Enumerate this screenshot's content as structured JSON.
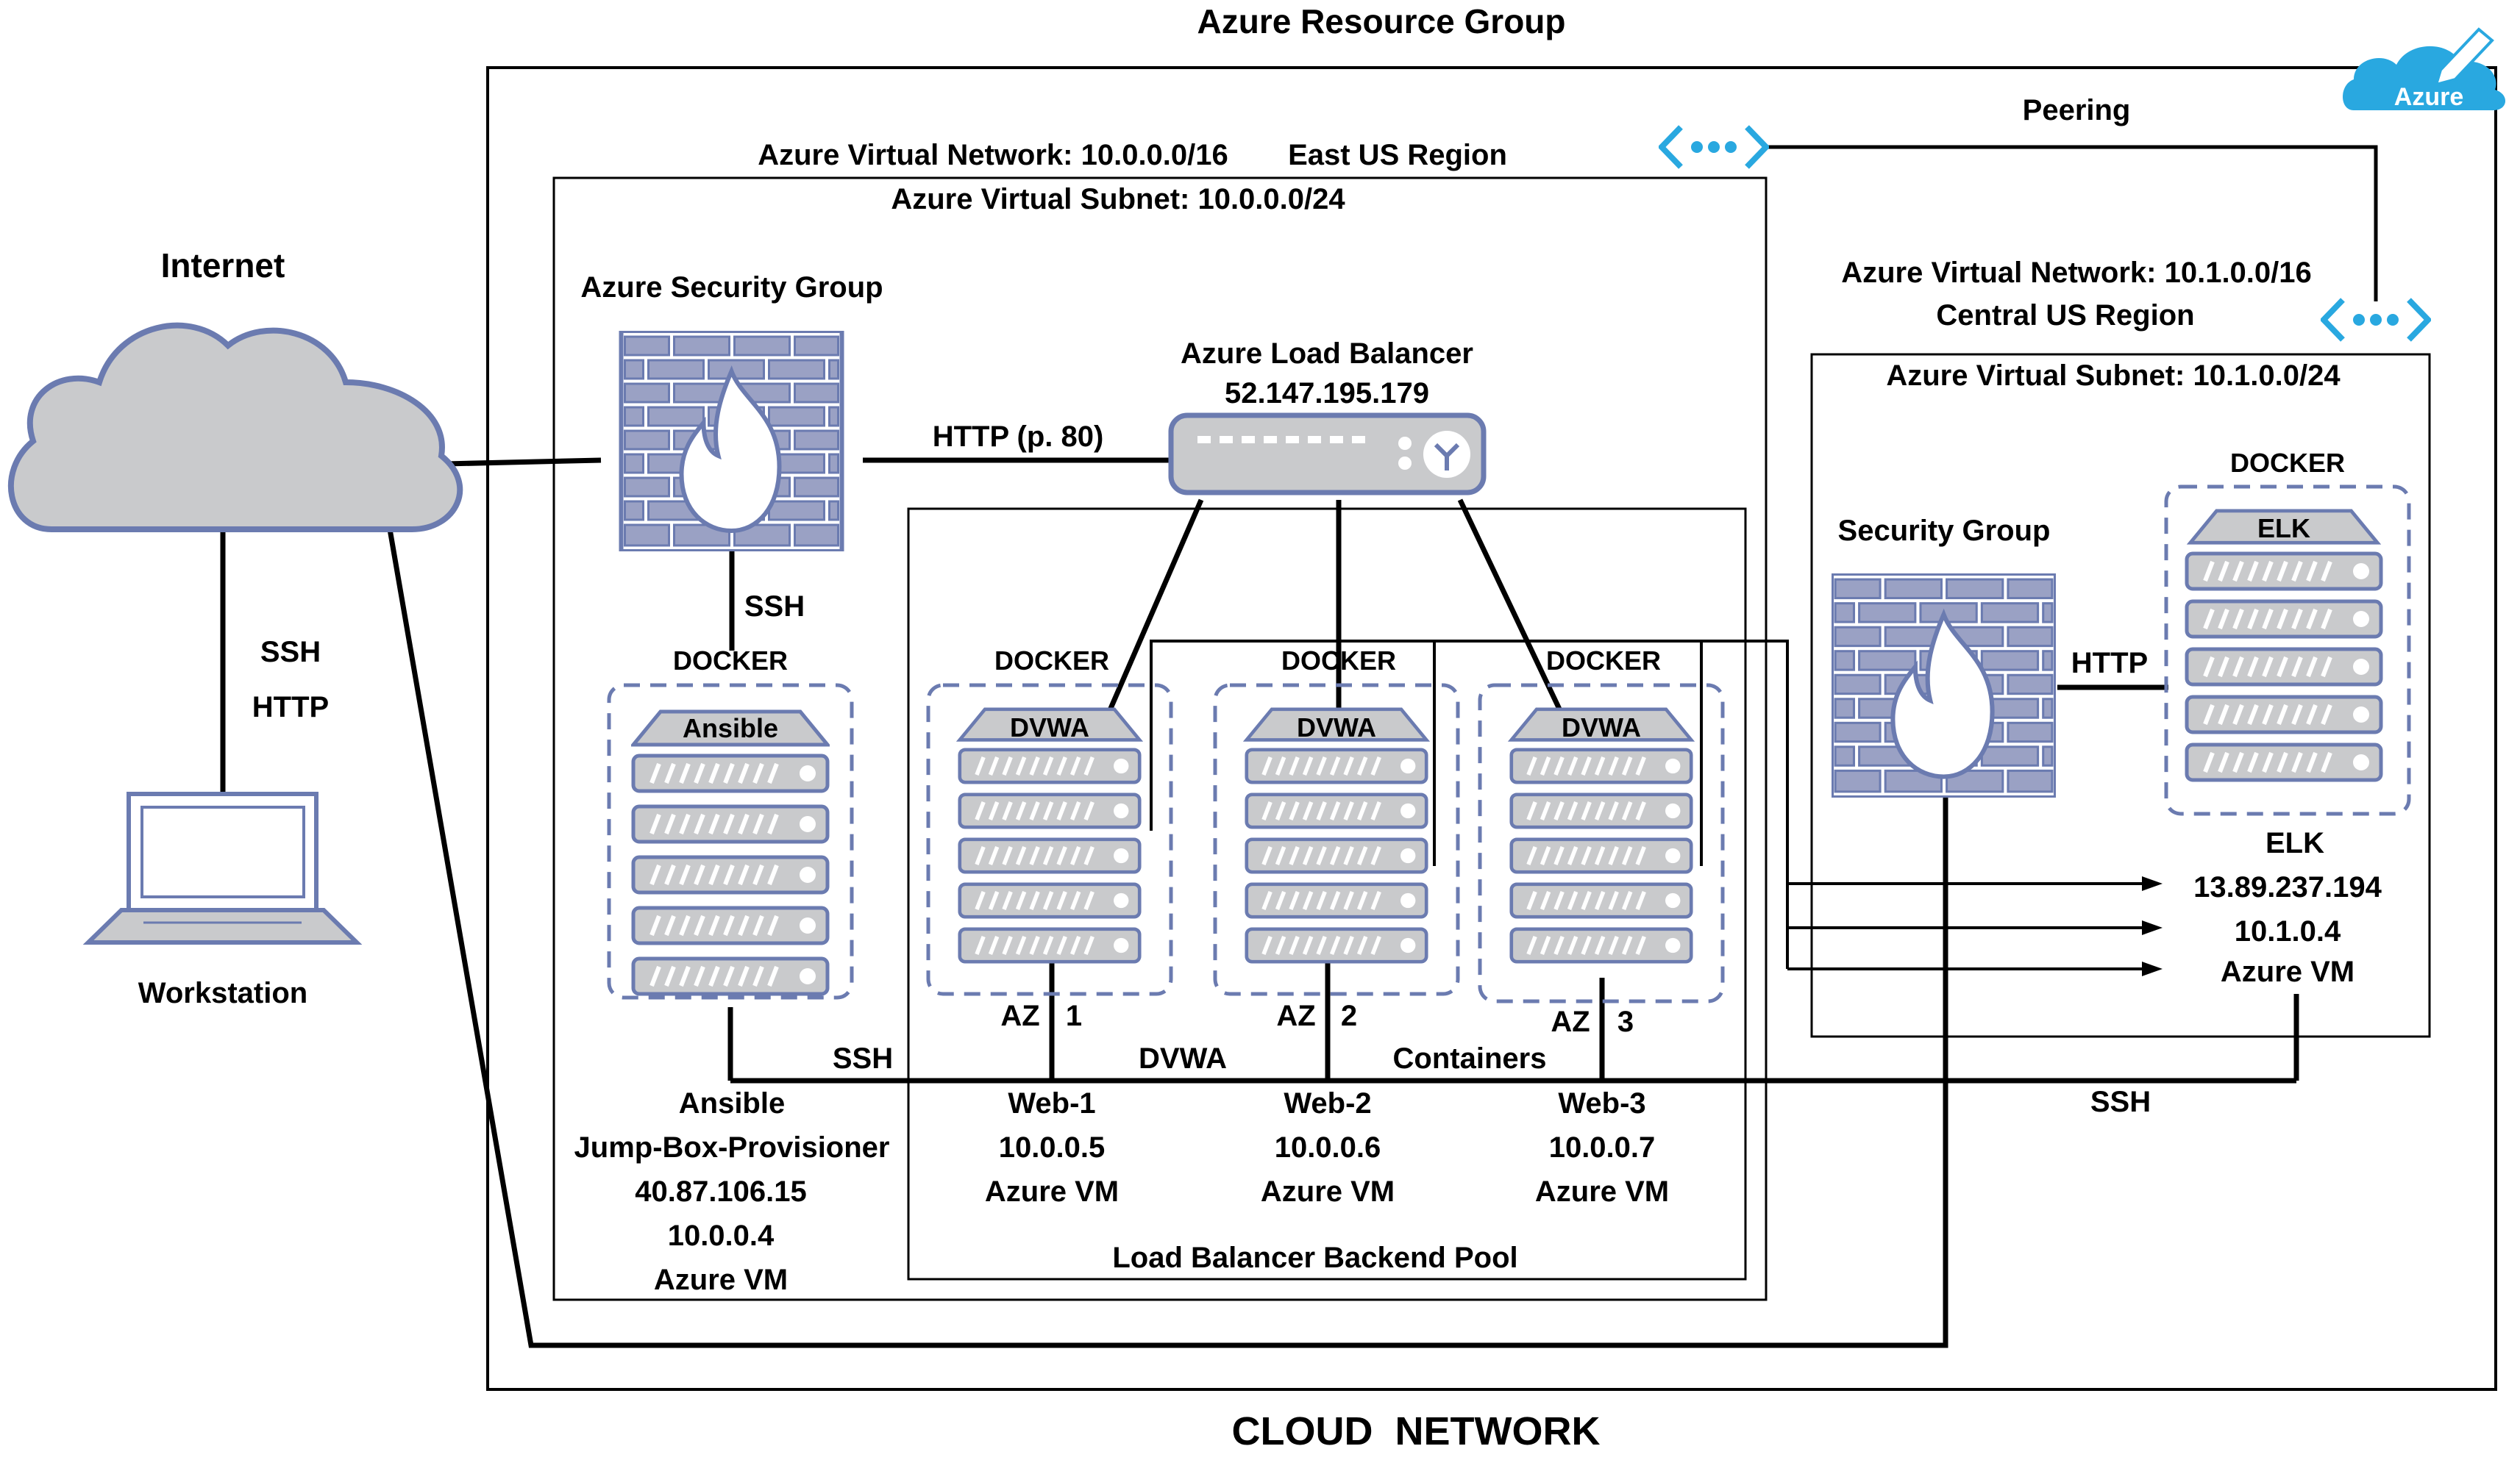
{
  "resource_group": {
    "title": "Azure Resource Group"
  },
  "footer": {
    "title": "CLOUD  NETWORK"
  },
  "azure_badge": {
    "label": "Azure"
  },
  "peering": {
    "label": "Peering"
  },
  "vnet_east": {
    "title": "Azure Virtual Network: 10.0.0.0/16",
    "region": "East US Region"
  },
  "subnet_east": {
    "title": "Azure Virtual Subnet: 10.0.0.0/24"
  },
  "vnet_central": {
    "title": "Azure Virtual Network: 10.1.0.0/16",
    "region": "Central US Region"
  },
  "subnet_central": {
    "title": "Azure Virtual Subnet: 10.1.0.0/24"
  },
  "internet": {
    "label": "Internet"
  },
  "workstation": {
    "label": "Workstation",
    "protocols": [
      "SSH",
      "HTTP"
    ]
  },
  "security_group_east": {
    "label": "Azure Security Group"
  },
  "security_group_central": {
    "label": "Security Group"
  },
  "load_balancer": {
    "label": "Azure Load Balancer",
    "ip": "52.147.195.179"
  },
  "links": {
    "http_p80": "HTTP (p. 80)",
    "ssh_sg": "SSH",
    "ssh_bus": "SSH",
    "ssh_right": "SSH",
    "http_elk": "HTTP",
    "dvwa": "DVWA",
    "containers": "Containers"
  },
  "backend_pool": {
    "label": "Load Balancer Backend Pool"
  },
  "docker_label": "DOCKER",
  "jumpbox": {
    "container": "Ansible",
    "lines": [
      "Ansible",
      "Jump-Box-Provisioner",
      "40.87.106.15",
      "10.0.0.4",
      "Azure VM"
    ]
  },
  "webs": [
    {
      "container": "DVWA",
      "az": "AZ",
      "az_num": "1",
      "name": "Web-1",
      "ip": "10.0.0.5",
      "type": "Azure VM"
    },
    {
      "container": "DVWA",
      "az": "AZ",
      "az_num": "2",
      "name": "Web-2",
      "ip": "10.0.0.6",
      "type": "Azure VM"
    },
    {
      "container": "DVWA",
      "az": "AZ",
      "az_num": "3",
      "name": "Web-3",
      "ip": "10.0.0.7",
      "type": "Azure VM"
    }
  ],
  "elk": {
    "container": "ELK",
    "name": "ELK",
    "public_ip": "13.89.237.194",
    "private_ip": "10.1.0.4",
    "type": "Azure VM"
  },
  "colors": {
    "server_fill": "#c9cacc",
    "server_stroke": "#6b7bb0",
    "wall_fill": "#9aa1c4",
    "cloud_fill": "#c9cacc",
    "vnet_icon": "#29a8e0",
    "azure_badge": "#29a8e0"
  }
}
